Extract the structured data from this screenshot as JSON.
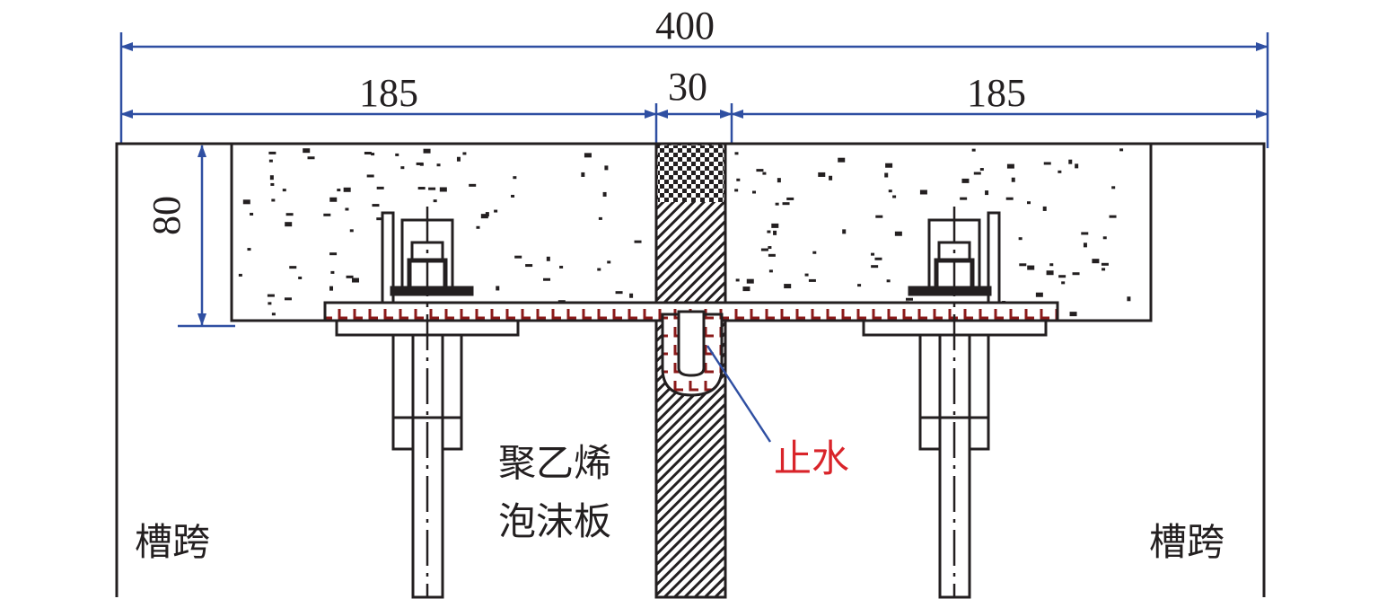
{
  "dimensions": {
    "total": "400",
    "left": "185",
    "gap": "30",
    "right": "185",
    "depth": "80"
  },
  "labels": {
    "span_left": "槽跨",
    "span_right": "槽跨",
    "foam_line1": "聚乙烯",
    "foam_line2": "泡沫板",
    "waterstop": "止水"
  },
  "colors": {
    "line": "#231f20",
    "dimension": "#2f4fa2",
    "waterstop_label": "#d9242a",
    "waterstop_pattern": "#8b1a1a"
  }
}
